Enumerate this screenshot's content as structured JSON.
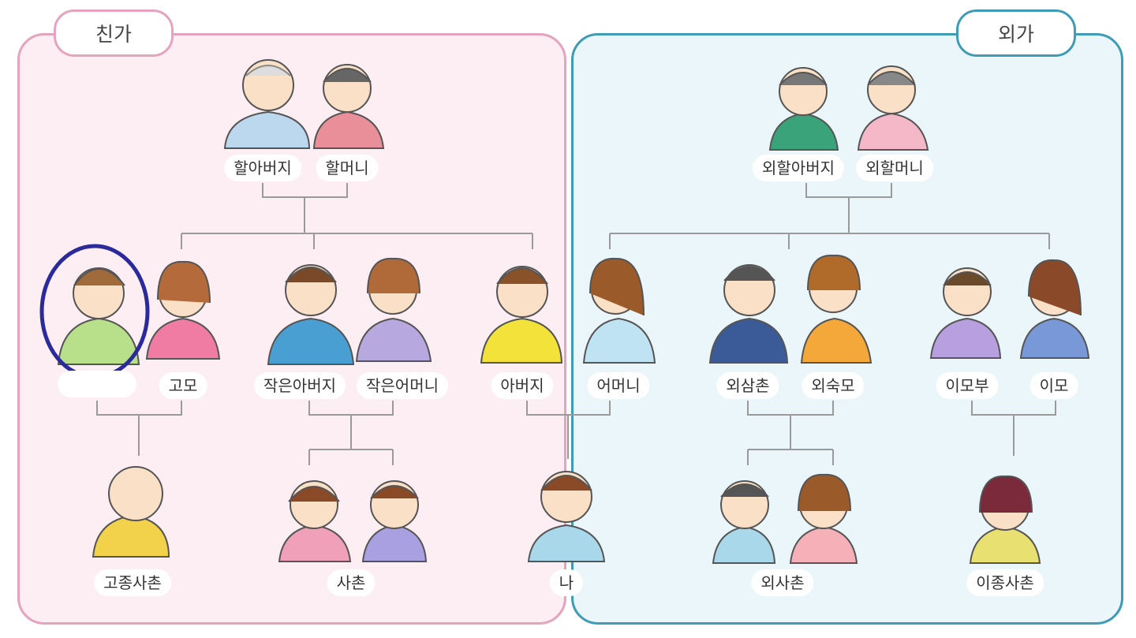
{
  "sections": {
    "paternal": {
      "title": "친가"
    },
    "maternal": {
      "title": "외가"
    }
  },
  "people": {
    "grandfather": "할아버지",
    "grandmother": "할머니",
    "aunt_husband": "",
    "aunt": "고모",
    "uncle": "작은아버지",
    "uncle_wife": "작은어머니",
    "father": "아버지",
    "mother": "어머니",
    "cousin_aunt_side": "고종사촌",
    "cousin": "사촌",
    "me": "나",
    "maternal_grandfather": "외할아버지",
    "maternal_grandmother": "외할머니",
    "maternal_uncle": "외삼촌",
    "maternal_uncle_wife": "외숙모",
    "maternal_aunt_husband": "이모부",
    "maternal_aunt": "이모",
    "maternal_cousin": "외사촌",
    "maternal_aunt_cousin": "이종사촌"
  },
  "colors": {
    "paternal_bg": "#fdeef4",
    "paternal_border": "#e6a3be",
    "maternal_bg": "#ebf6fa",
    "maternal_border": "#3f9bb6",
    "highlight_circle": "#2a2a9a"
  }
}
